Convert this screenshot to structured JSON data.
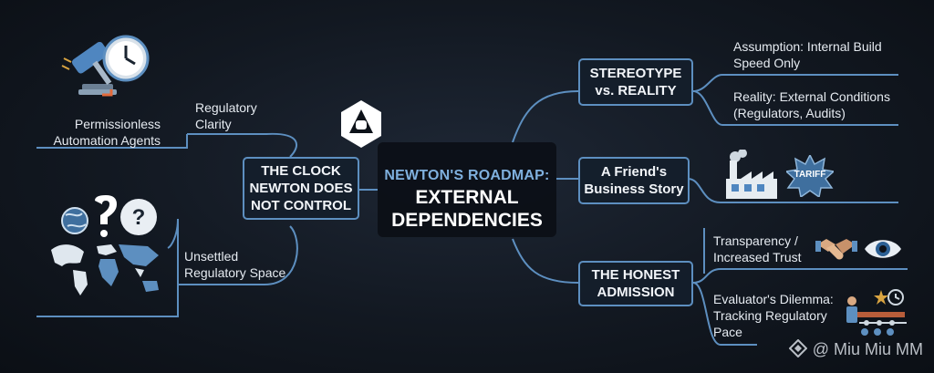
{
  "center": {
    "line1": "NEWTON'S ROADMAP:",
    "line2": "EXTERNAL",
    "line3": "DEPENDENCIES"
  },
  "left_branch": {
    "hub": [
      "THE CLOCK",
      "NEWTON DOES",
      "NOT CONTROL"
    ],
    "leaves": {
      "regulatory_clarity": [
        "Regulatory",
        "Clarity"
      ],
      "permissionless": [
        "Permissionless",
        "Automation Agents"
      ],
      "unsettled": [
        "Unsettled",
        "Regulatory Space"
      ]
    }
  },
  "right_branches": {
    "stereotype": {
      "hub": [
        "STEREOTYPE",
        "vs. REALITY"
      ],
      "assumption": [
        "Assumption: Internal Build",
        "Speed Only"
      ],
      "reality": [
        "Reality: External Conditions",
        "(Regulators, Audits)"
      ]
    },
    "friend": {
      "hub": [
        "A Friend's",
        "Business Story"
      ],
      "tariff_label": "TARIFF"
    },
    "honest": {
      "hub": [
        "THE HONEST",
        "ADMISSION"
      ],
      "transparency": [
        "Transparency /",
        "Increased Trust"
      ],
      "evaluator": [
        "Evaluator's Dilemma:",
        "Tracking Regulatory",
        "Pace"
      ]
    }
  },
  "watermark": "@ Miu Miu MM",
  "colors": {
    "accent": "#5d8fc0",
    "center_sub": "#7fb0de",
    "background": "#121821"
  },
  "icons": [
    "hexagon-logo-icon",
    "gavel-clock-icon",
    "globe-question-icon",
    "world-map-icon",
    "factory-icon",
    "tariff-badge-icon",
    "handshake-icon",
    "eye-icon",
    "meeting-timeline-icon",
    "diamond-logo-icon"
  ]
}
